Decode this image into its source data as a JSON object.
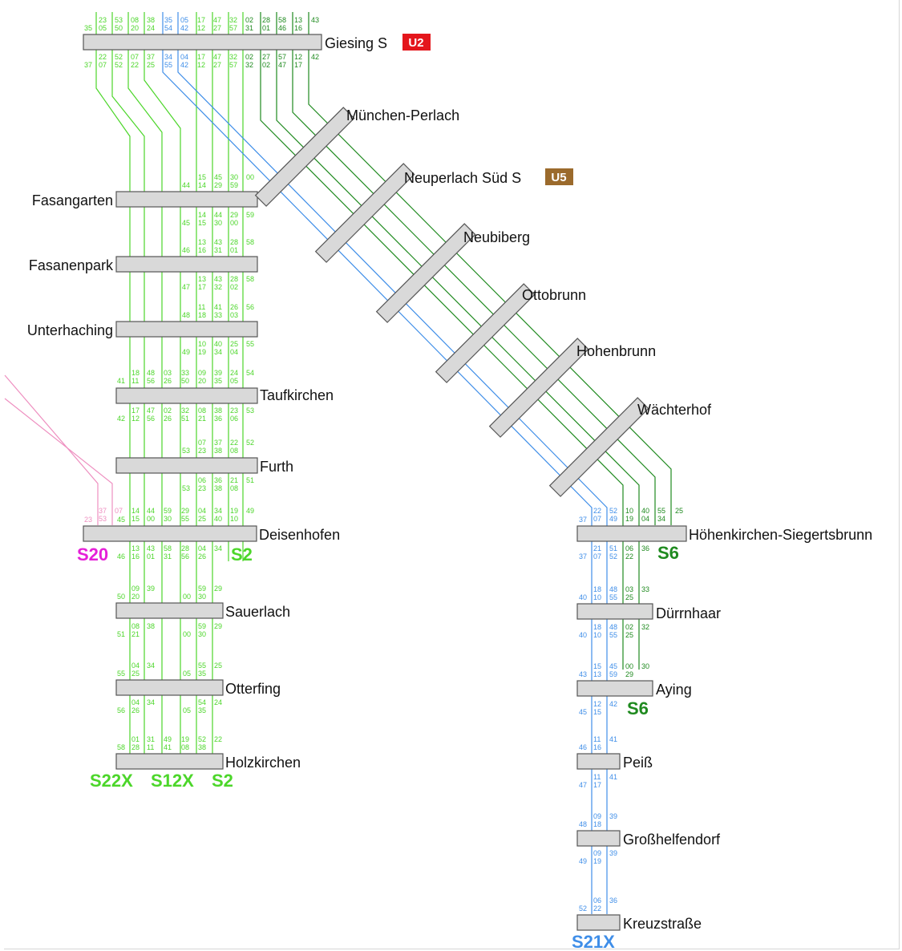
{
  "colors": {
    "s2": "#4cd62a",
    "s6": "#1f8a1f",
    "s21x": "#3f8ee8",
    "s20": "#ee8fc0",
    "s20_label": "#e520d8",
    "platform_fill": "#d9d9d9",
    "platform_stroke": "#555555",
    "u2": "#e4161c",
    "u5": "#9b6a2c"
  },
  "stations": {
    "giesing": "Giesing S",
    "muenchen_perlach": "München-Perlach",
    "neuperlach_sued": "Neuperlach Süd S",
    "neubiberg": "Neubiberg",
    "ottobrunn": "Ottobrunn",
    "hohenbrunn": "Hohenbrunn",
    "waechterhof": "Wächterhof",
    "hoehenkirchen": "Höhenkirchen-Siegertsbrunn",
    "duerrnhaar": "Dürrnhaar",
    "aying": "Aying",
    "peiss": "Peiß",
    "grosshelfendorf": "Großhelfendorf",
    "kreuzstrasse": "Kreuzstraße",
    "fasangarten": "Fasangarten",
    "fasanenpark": "Fasanenpark",
    "unterhaching": "Unterhaching",
    "taufkirchen": "Taufkirchen",
    "furth": "Furth",
    "deisenhofen": "Deisenhofen",
    "sauerlach": "Sauerlach",
    "otterfing": "Otterfing",
    "holzkirchen": "Holzkirchen"
  },
  "badges": {
    "u2": "U2",
    "u5": "U5"
  },
  "line_labels": {
    "s20": "S20",
    "s2_deisenhofen": "S2",
    "s22x": "S22X",
    "s12x": "S12X",
    "s2_holzkirchen": "S2",
    "s6_hoehenkirchen": "S6",
    "s6_aying": "S6",
    "s21x": "S21X"
  },
  "timetable": {
    "giesing": {
      "arr": [
        "35",
        "23 05",
        "53 50",
        "08 20",
        "38 24",
        "35 54",
        "05 42",
        "17 12",
        "47 27",
        "32 57",
        "02 31",
        "28 01",
        "58 46",
        "13 16",
        "43"
      ],
      "dep": [
        "37",
        "22 07",
        "52 52",
        "07 22",
        "37 25",
        "34 55",
        "04 42",
        "17 12",
        "47 27",
        "32 57",
        "02 32",
        "27 02",
        "57 47",
        "12 17",
        "42"
      ]
    },
    "fasangarten": {
      "arr": [
        "44",
        "15 14",
        "45 29",
        "30 59",
        "00"
      ],
      "dep": [
        "45",
        "14 15",
        "44 30",
        "29 00",
        "59"
      ]
    },
    "fasanenpark": {
      "arr": [
        "46",
        "13 16",
        "43 31",
        "28 01",
        "58"
      ],
      "dep": [
        "47",
        "13 17",
        "43 32",
        "28 02",
        "58"
      ]
    },
    "unterhaching": {
      "arr": [
        "48",
        "11 18",
        "41 33",
        "26 03",
        "56"
      ],
      "dep": [
        "49",
        "10 19",
        "40 34",
        "25 04",
        "55"
      ]
    },
    "taufkirchen": {
      "arr": [
        "41",
        "18 11",
        "48 56",
        "03 26",
        "33 50",
        "09 20",
        "39 35",
        "24 05",
        "54"
      ],
      "dep": [
        "42",
        "17 12",
        "47 56",
        "02 26",
        "32 51",
        "08 21",
        "38 36",
        "23 06",
        "53"
      ]
    },
    "furth": {
      "arr": [
        "53",
        "07 23",
        "37 38",
        "22 08",
        "52"
      ],
      "dep": [
        "53",
        "06 23",
        "36 38",
        "21 08",
        "51"
      ]
    },
    "deisenhofen": {
      "arr_s20": [
        "23",
        "37 53",
        "07"
      ],
      "arr": [
        "45",
        "14 15",
        "44 00",
        "59 30",
        "29 55",
        "04 25",
        "34 40",
        "19 10",
        "49"
      ],
      "dep": [
        "46",
        "13 16",
        "43 01",
        "58 31",
        "28 56",
        "04 26",
        "34"
      ]
    },
    "sauerlach": {
      "arr": [
        "50",
        "09 20",
        "39",
        "00",
        "59 30",
        "29"
      ],
      "dep": [
        "51",
        "08 21",
        "38",
        "00",
        "59 30",
        "29"
      ]
    },
    "otterfing": {
      "arr": [
        "55",
        "04 25",
        "34",
        "05",
        "55 35",
        "25"
      ],
      "dep": [
        "56",
        "04 26",
        "34",
        "05",
        "54 35",
        "24"
      ]
    },
    "holzkirchen": {
      "arr": [
        "58",
        "01 28",
        "31 11",
        "49 41",
        "19 08",
        "52 38",
        "22"
      ]
    },
    "hoehenkirchen": {
      "arr": [
        "37",
        "22 07",
        "52 49",
        "10 19",
        "40 04",
        "55 34",
        "25"
      ],
      "dep": [
        "37",
        "21 07",
        "51 52",
        "06 22",
        "36"
      ]
    },
    "duerrnhaar": {
      "arr": [
        "40",
        "18 10",
        "48 55",
        "03 25",
        "33"
      ],
      "dep": [
        "40",
        "18 10",
        "48 55",
        "02 25",
        "32"
      ]
    },
    "aying": {
      "arr": [
        "43",
        "15 13",
        "45 59",
        "00 29",
        "30"
      ],
      "dep": [
        "45",
        "12 15",
        "42"
      ]
    },
    "peiss": {
      "arr": [
        "46",
        "11 16",
        "41"
      ],
      "dep": [
        "47",
        "11 17",
        "41"
      ]
    },
    "grosshelfendorf": {
      "arr": [
        "48",
        "09 18",
        "39"
      ],
      "dep": [
        "49",
        "09 19",
        "39"
      ]
    },
    "kreuzstrasse": {
      "arr": [
        "52",
        "06 22",
        "36"
      ]
    }
  }
}
